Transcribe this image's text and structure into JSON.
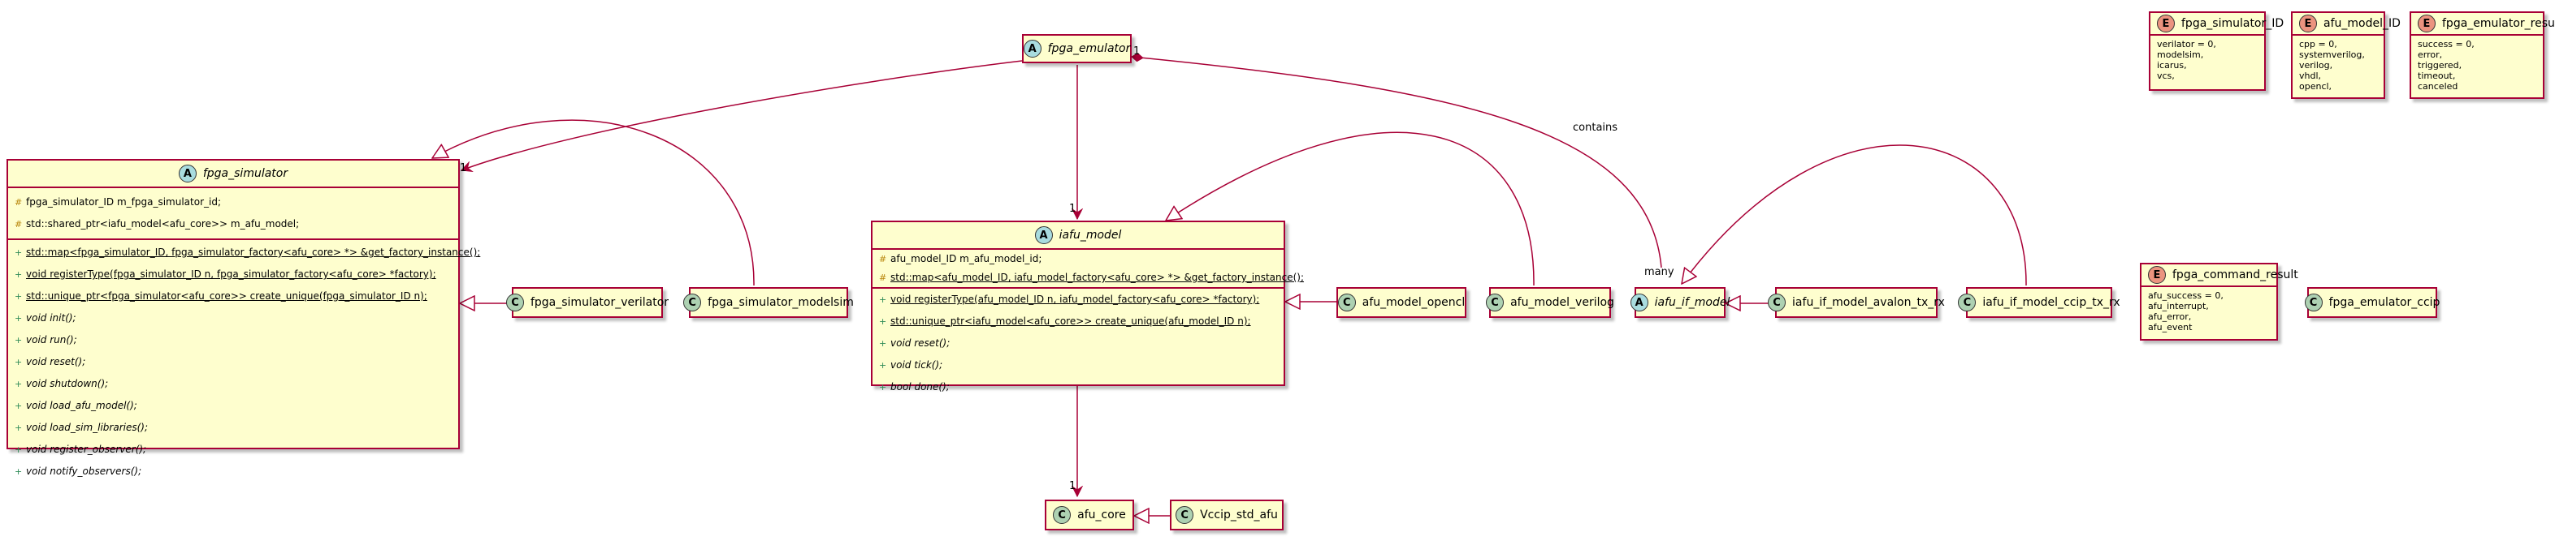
{
  "classes": {
    "fpga_emulator": {
      "name": "fpga_emulator",
      "stereotype": "A"
    },
    "fpga_simulator": {
      "name": "fpga_simulator",
      "stereotype": "A",
      "fields": [
        {
          "vis": "#",
          "text": "fpga_simulator_ID m_fpga_simulator_id;"
        },
        {
          "vis": "#",
          "text": "std::shared_ptr<iafu_model<afu_core>> m_afu_model;"
        }
      ],
      "methods": [
        {
          "vis": "+",
          "text": "std::map<fpga_simulator_ID, fpga_simulator_factory<afu_core> *> &get_factory_instance();"
        },
        {
          "vis": "+",
          "text": "void registerType(fpga_simulator_ID n, fpga_simulator_factory<afu_core> *factory);"
        },
        {
          "vis": "+",
          "text": "std::unique_ptr<fpga_simulator<afu_core>> create_unique(fpga_simulator_ID n);"
        },
        {
          "vis": "+",
          "text": "void init();"
        },
        {
          "vis": "+",
          "text": "void run();"
        },
        {
          "vis": "+",
          "text": "void reset();"
        },
        {
          "vis": "+",
          "text": "void shutdown();"
        },
        {
          "vis": "+",
          "text": "void load_afu_model();"
        },
        {
          "vis": "+",
          "text": "void load_sim_libraries();"
        },
        {
          "vis": "+",
          "text": "void register_observer();"
        },
        {
          "vis": "+",
          "text": "void notify_observers();"
        }
      ]
    },
    "iafu_model": {
      "name": "iafu_model",
      "stereotype": "A",
      "fields": [
        {
          "vis": "#",
          "text": "afu_model_ID m_afu_model_id;"
        },
        {
          "vis": "#",
          "text": "std::map<afu_model_ID, iafu_model_factory<afu_core> *> &get_factory_instance();"
        }
      ],
      "methods": [
        {
          "vis": "+",
          "text": "void registerType(afu_model_ID n, iafu_model_factory<afu_core> *factory);"
        },
        {
          "vis": "+",
          "text": "std::unique_ptr<iafu_model<afu_core>> create_unique(afu_model_ID n);"
        },
        {
          "vis": "+",
          "text": "void reset();"
        },
        {
          "vis": "+",
          "text": "void tick();"
        },
        {
          "vis": "+",
          "text": "bool done();"
        }
      ]
    },
    "fpga_simulator_verilator": {
      "name": "fpga_simulator_verilator",
      "stereotype": "C"
    },
    "fpga_simulator_modelsim": {
      "name": "fpga_simulator_modelsim",
      "stereotype": "C"
    },
    "afu_model_opencl": {
      "name": "afu_model_opencl",
      "stereotype": "C"
    },
    "afu_model_verilog": {
      "name": "afu_model_verilog",
      "stereotype": "C"
    },
    "iafu_if_model": {
      "name": "iafu_if_model",
      "stereotype": "A"
    },
    "iafu_if_model_avalon_tx_rx": {
      "name": "iafu_if_model_avalon_tx_rx",
      "stereotype": "C"
    },
    "iafu_if_model_ccip_tx_rx": {
      "name": "iafu_if_model_ccip_tx_rx",
      "stereotype": "C"
    },
    "afu_core": {
      "name": "afu_core",
      "stereotype": "C"
    },
    "Vccip_std_afu": {
      "name": "Vccip_std_afu",
      "stereotype": "C"
    },
    "fpga_emulator_ccip": {
      "name": "fpga_emulator_ccip",
      "stereotype": "C"
    }
  },
  "enums": {
    "fpga_simulator_ID": {
      "name": "fpga_simulator_ID",
      "stereotype": "E",
      "values": [
        "verilator = 0,",
        "modelsim,",
        "icarus,",
        "vcs,"
      ]
    },
    "afu_model_ID": {
      "name": "afu_model_ID",
      "stereotype": "E",
      "values": [
        "cpp = 0,",
        "systemverilog,",
        "verilog,",
        "vhdl,",
        "opencl,"
      ]
    },
    "fpga_emulator_result": {
      "name": "fpga_emulator_result",
      "stereotype": "E",
      "values": [
        "success = 0,",
        "error,",
        "triggered,",
        "timeout,",
        "canceled"
      ]
    },
    "fpga_command_result": {
      "name": "fpga_command_result",
      "stereotype": "E",
      "values": [
        "afu_success = 0,",
        "afu_interrupt,",
        "afu_error,",
        "afu_event"
      ]
    }
  },
  "labels": {
    "contains": "contains",
    "many": "many",
    "one": "1"
  },
  "colors": {
    "box_fill": "#fefece",
    "box_border": "#a80036",
    "abstract_badge": "#a9dcdf",
    "class_badge": "#add1b2",
    "enum_badge": "#eb937f"
  }
}
